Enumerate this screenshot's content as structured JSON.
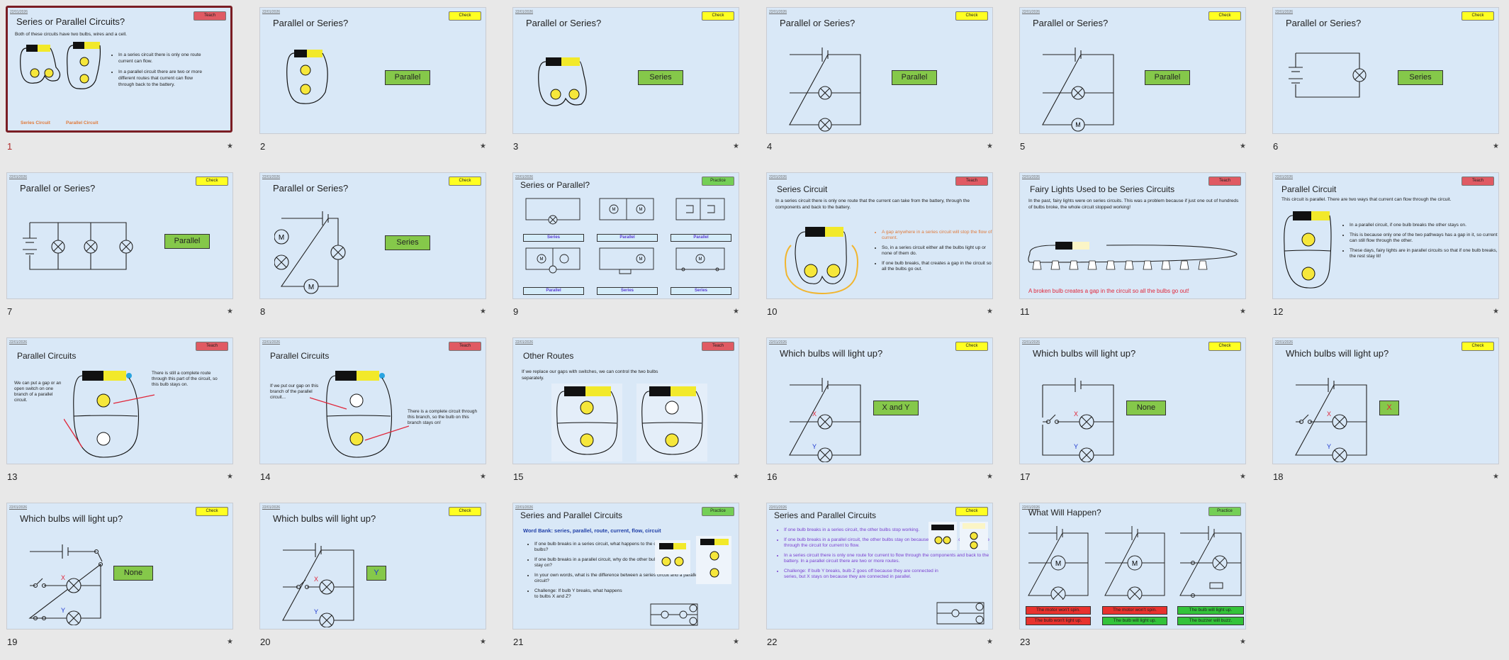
{
  "slides": [
    {
      "number": "1",
      "date": "22/01/2026",
      "tag": "Teach",
      "title": "Series or Parallel Circuits?",
      "intro": "Both of these circuits have two bulbs, wires and a cell.",
      "bullets": [
        "In a series circuit there is only one route current can flow.",
        "In a parallel circuit there are two or more different routes that current can flow through back to the battery."
      ],
      "labels": [
        "Series Circuit",
        "Parallel Circuit"
      ]
    },
    {
      "number": "2",
      "date": "22/01/2026",
      "tag": "Check",
      "title": "Parallel or Series?",
      "answer": "Parallel"
    },
    {
      "number": "3",
      "date": "22/01/2026",
      "tag": "Check",
      "title": "Parallel or Series?",
      "answer": "Series"
    },
    {
      "number": "4",
      "date": "22/01/2026",
      "tag": "Check",
      "title": "Parallel or Series?",
      "answer": "Parallel"
    },
    {
      "number": "5",
      "date": "22/01/2026",
      "tag": "Check",
      "title": "Parallel or Series?",
      "answer": "Parallel"
    },
    {
      "number": "6",
      "date": "22/01/2026",
      "tag": "Check",
      "title": "Parallel or Series?",
      "answer": "Series"
    },
    {
      "number": "7",
      "date": "22/01/2026",
      "tag": "Check",
      "title": "Parallel or Series?",
      "answer": "Parallel"
    },
    {
      "number": "8",
      "date": "22/01/2026",
      "tag": "Check",
      "title": "Parallel or Series?",
      "answer": "Series"
    },
    {
      "number": "9",
      "date": "22/01/2026",
      "tag": "Practice",
      "title": "Series or Parallel?",
      "labels": [
        "Series",
        "Parallel",
        "Parallel",
        "Parallel",
        "Series",
        "Series"
      ]
    },
    {
      "number": "10",
      "date": "22/01/2026",
      "tag": "Teach",
      "title": "Series Circuit",
      "intro": "In a series circuit there is only one route that the current can take from the battery, through the components and back to the battery.",
      "bullets": [
        "A gap anywhere in a series circuit will stop the flow of current.",
        "So, in a series circuit either all the bulbs light up or none of them do.",
        "If one bulb breaks, that creates a gap in the circuit so all the bulbs go out."
      ]
    },
    {
      "number": "11",
      "date": "22/01/2026",
      "tag": "Teach",
      "title": "Fairy Lights Used to be Series Circuits",
      "intro": "In the past, fairy lights were on series circuits. This was a problem because if just one out of hundreds of bulbs broke, the whole circuit stopped working!",
      "footer": "A broken bulb creates a gap in the circuit so all the bulbs go out!"
    },
    {
      "number": "12",
      "date": "22/01/2026",
      "tag": "Teach",
      "title": "Parallel Circuit",
      "intro": "This circuit is parallel. There are two ways that current can flow through the circuit.",
      "bullets": [
        "In a parallel circuit, if one bulb breaks the other stays on.",
        "This is because only one of the two pathways has a gap in it, so current can still flow through the other.",
        "These days, fairy lights are in parallel circuits so that if one bulb breaks, the rest stay lit!"
      ]
    },
    {
      "number": "13",
      "date": "22/01/2026",
      "tag": "Teach",
      "title": "Parallel Circuits",
      "left": "We can put a gap or an open switch on one branch of a parallel circuit.",
      "right": "There is still a complete route through this part of the circuit, so this bulb stays on."
    },
    {
      "number": "14",
      "date": "22/01/2026",
      "tag": "Teach",
      "title": "Parallel Circuits",
      "left": "If we put our gap on this branch of the parallel circuit...",
      "right": "There is a complete circuit through this branch, so the bulb on this branch stays on!"
    },
    {
      "number": "15",
      "date": "22/01/2026",
      "tag": "Teach",
      "title": "Other Routes",
      "intro": "If we replace our gaps with switches, we can control the two bulbs separately."
    },
    {
      "number": "16",
      "date": "22/01/2026",
      "tag": "Check",
      "title": "Which bulbs will light up?",
      "answer": "X and Y"
    },
    {
      "number": "17",
      "date": "22/01/2026",
      "tag": "Check",
      "title": "Which bulbs will light up?",
      "answer": "None"
    },
    {
      "number": "18",
      "date": "22/01/2026",
      "tag": "Check",
      "title": "Which bulbs will light up?",
      "answer": "X"
    },
    {
      "number": "19",
      "date": "22/01/2026",
      "tag": "Check",
      "title": "Which bulbs will light up?",
      "answer": "None"
    },
    {
      "number": "20",
      "date": "22/01/2026",
      "tag": "Check",
      "title": "Which bulbs will light up?",
      "answer": "Y"
    },
    {
      "number": "21",
      "date": "22/01/2026",
      "tag": "Practice",
      "title": "Series and Parallel Circuits",
      "wordbank": "Word Bank: series, parallel, route, current, flow, circuit",
      "bullets": [
        "If one bulb breaks in a series circuit, what happens to the other bulbs?",
        "If one bulb breaks in a parallel circuit, why do the other bulbs stay on?",
        "In your own words, what is the difference between a series circuit and a parallel circuit?",
        "Challenge: If bulb Y breaks, what happens to bulbs X and Z?"
      ]
    },
    {
      "number": "22",
      "date": "22/01/2026",
      "tag": "Check",
      "title": "Series and Parallel Circuits",
      "bullets": [
        "If one bulb breaks in a series circuit, the other bulbs stop working.",
        "If one bulb breaks in a parallel circuit, the other bulbs stay on because there is still a complete route through the circuit for current to flow.",
        "In a series circuit there is only one route for current to flow through the components and back to the battery. In a parallel circuit there are two or more routes.",
        "Challenge: If bulb Y breaks, bulb Z goes off because they are connected in series, but X stays on because they are connected in parallel."
      ]
    },
    {
      "number": "23",
      "date": "22/01/2026",
      "tag": "Practice",
      "title": "What Will Happen?",
      "results": [
        "The motor won't spin.",
        "The motor won't spin.",
        "The bulb will light up.",
        "The bulb won't light up.",
        "The bulb will light up.",
        "The buzzer will buzz."
      ]
    }
  ],
  "star": "★"
}
